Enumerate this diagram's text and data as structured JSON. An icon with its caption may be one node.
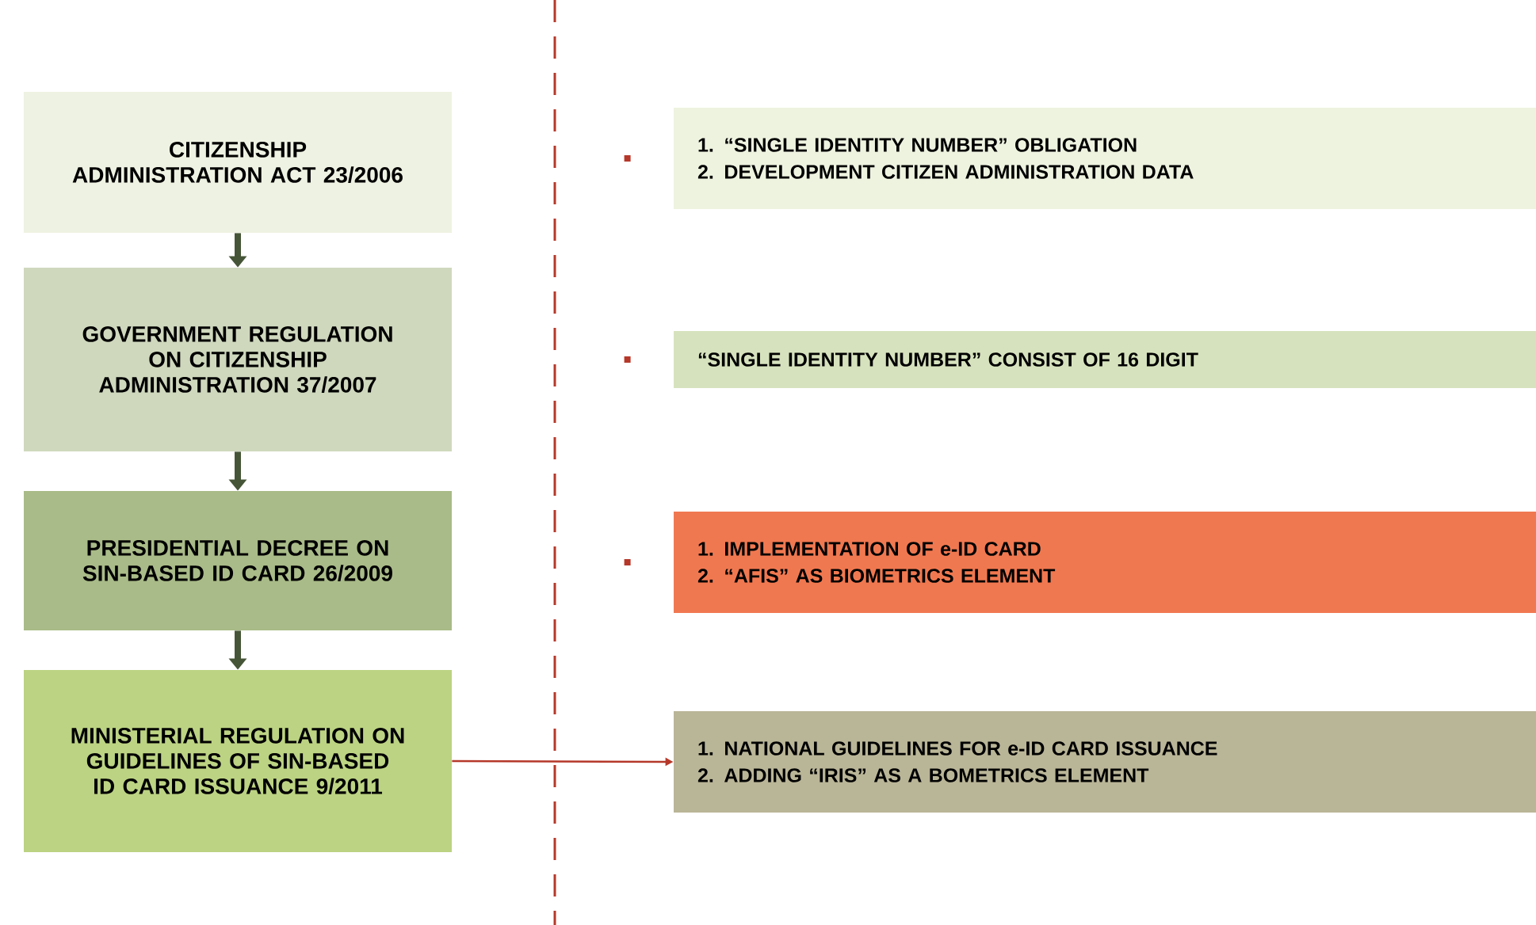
{
  "diagram": {
    "nodes": [
      {
        "text": [
          "CITIZENSHIP ADMINISTRATION ACT 23/2006"
        ]
      },
      {
        "text": [
          "GOVERNMENT REGULATION ON CITIZENSHIP ADMINISTRATION 37/2007"
        ]
      },
      {
        "text": [
          "PRESIDENTIAL DECREE ON SIN-BASED ID CARD 26/2009"
        ]
      },
      {
        "text": [
          "MINISTERIAL REGULATION ON GUIDELINES OF SIN-BASED ID CARD ISSUANCE 9/2011"
        ]
      },
      {
        "text": [
          "1. “SINGLE IDENTITY NUMBER” OBLIGATION",
          "2. DEVELOPMENT CITIZEN ADMINISTRATION DATA"
        ]
      },
      {
        "text": [
          "“SINGLE IDENTITY NUMBER” CONSIST OF 16 DIGIT"
        ]
      },
      {
        "text": [
          "1. IMPLEMENTATION OF e-ID CARD",
          "2. “AFIS” AS BIOMETRICS ELEMENT"
        ]
      },
      {
        "text": [
          "1. NATIONAL GUIDELINES FOR e-ID CARD ISSUANCE",
          "2. ADDING “IRIS” AS A BOMETRICS ELEMENT"
        ]
      }
    ],
    "edges": [
      {
        "from": 0,
        "to": 1,
        "arrow": "to"
      },
      {
        "from": 1,
        "to": 2,
        "arrow": "to"
      },
      {
        "from": 2,
        "to": 3,
        "arrow": "to"
      },
      {
        "from": 3,
        "to": 7,
        "arrow": "to",
        "color": "#b5382a"
      }
    ]
  }
}
